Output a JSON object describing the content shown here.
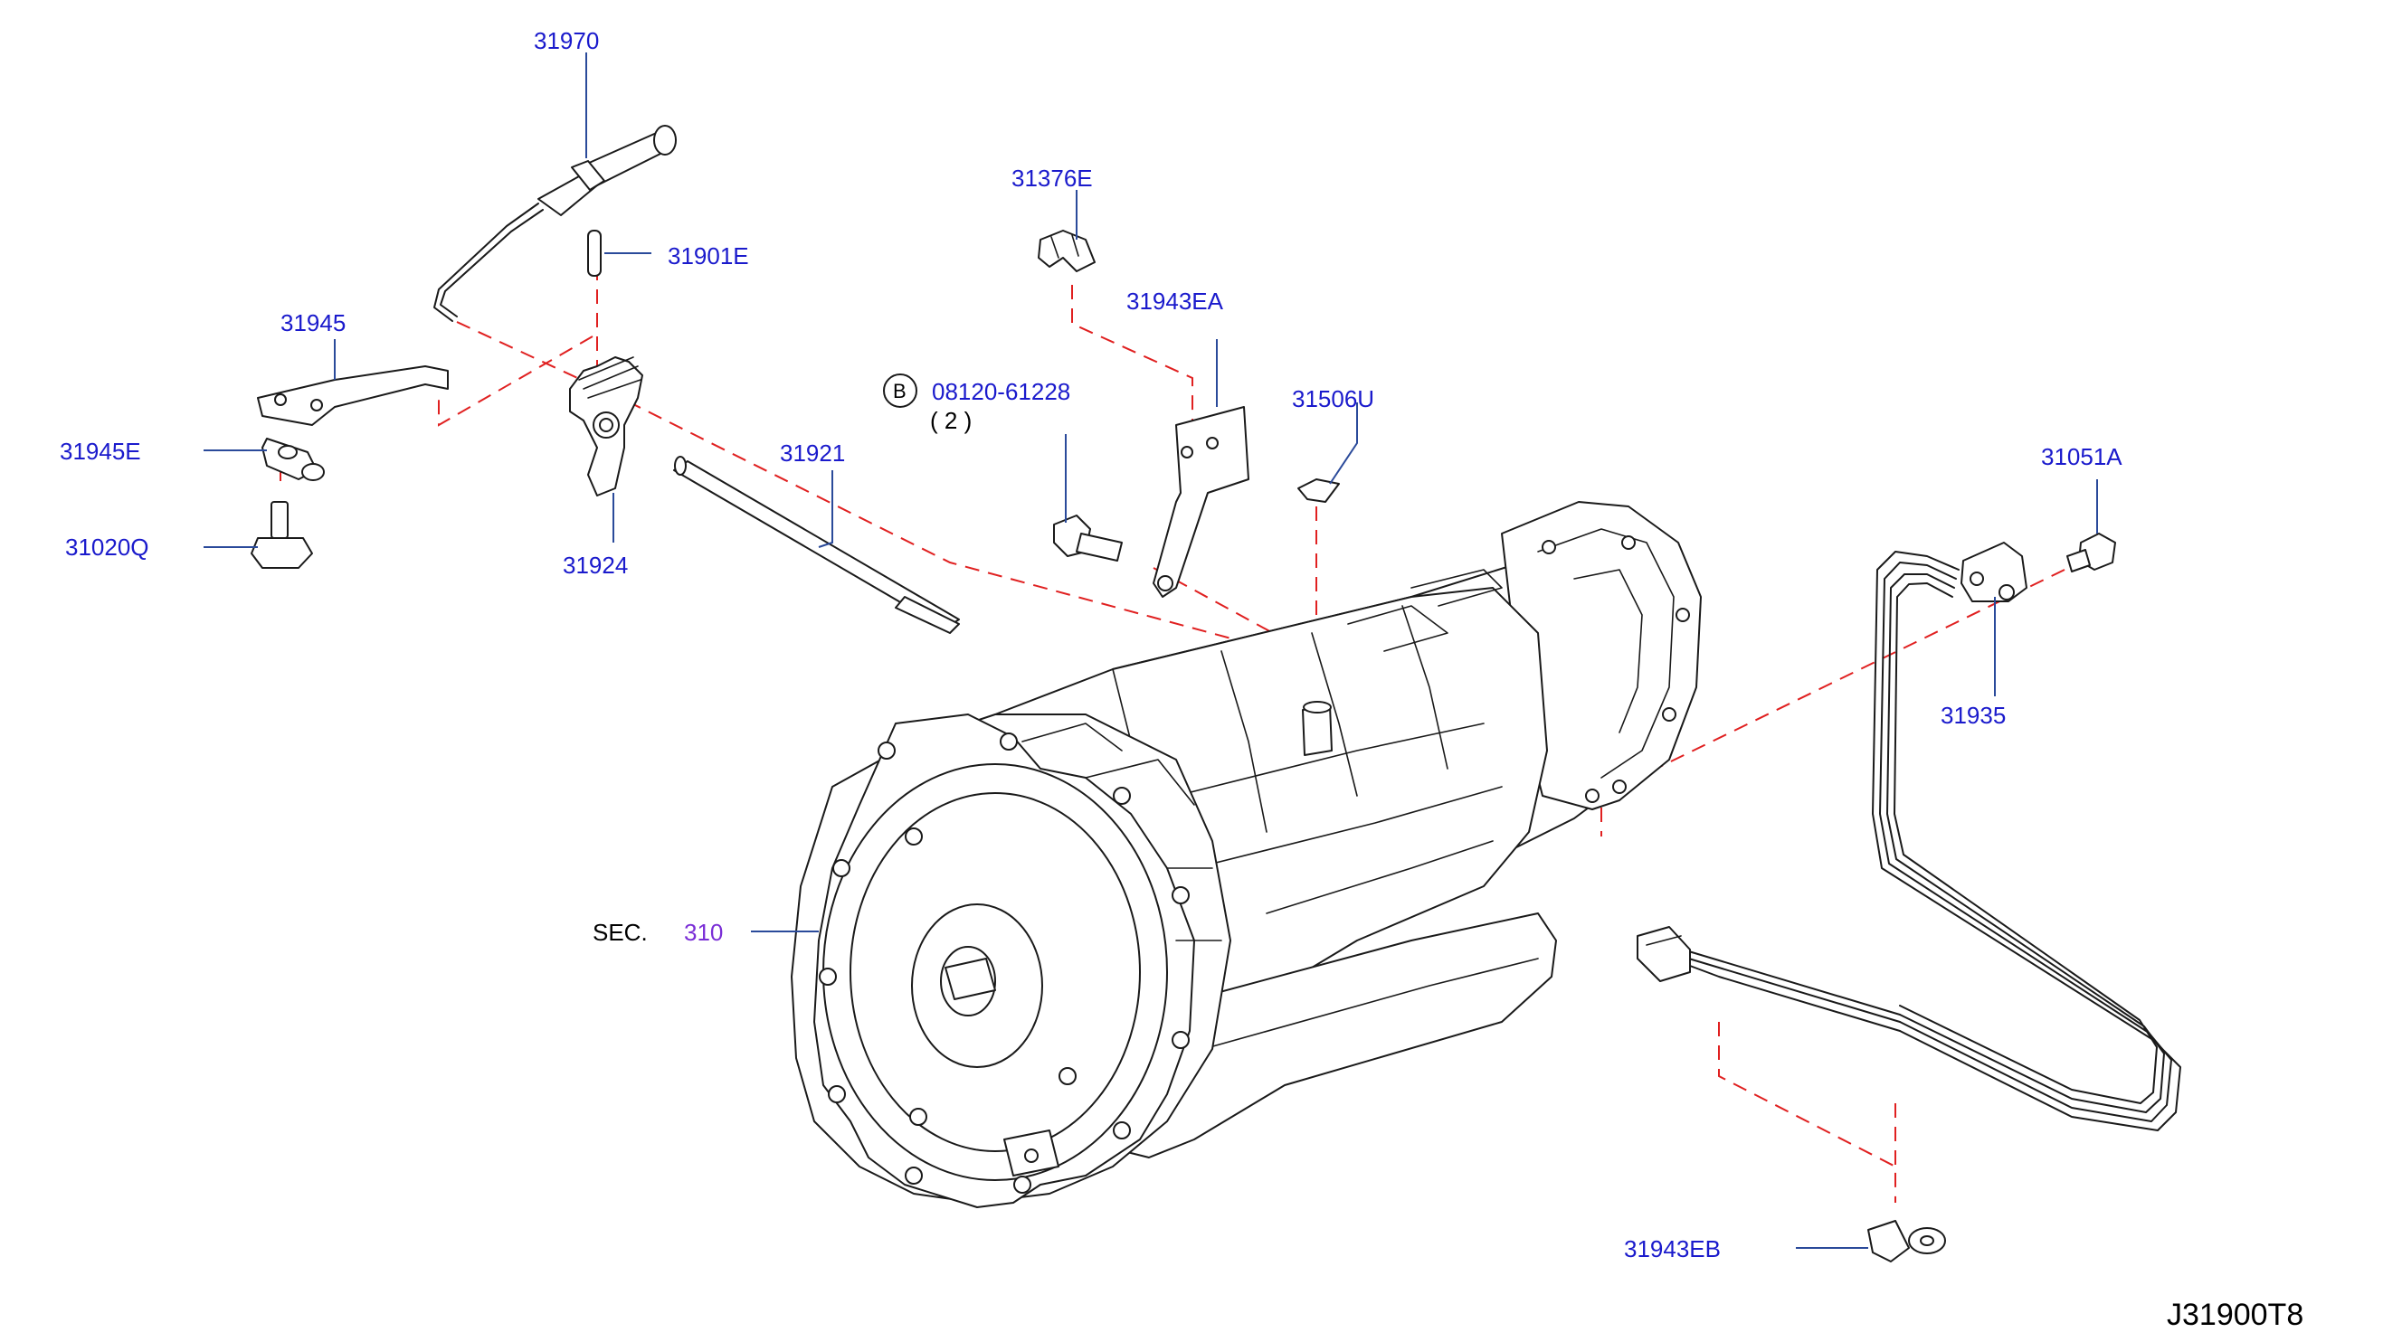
{
  "diagram": {
    "parts": [
      {
        "id": "p31970",
        "label": "31970"
      },
      {
        "id": "p31901E",
        "label": "31901E"
      },
      {
        "id": "p31945",
        "label": "31945"
      },
      {
        "id": "p31945E",
        "label": "31945E"
      },
      {
        "id": "p31020Q",
        "label": "31020Q"
      },
      {
        "id": "p31924",
        "label": "31924"
      },
      {
        "id": "p31921",
        "label": "31921"
      },
      {
        "id": "p31376E",
        "label": "31376E"
      },
      {
        "id": "p31943EA",
        "label": "31943EA"
      },
      {
        "id": "p31506U",
        "label": "31506U"
      },
      {
        "id": "p08120",
        "label": "08120-61228"
      },
      {
        "id": "p31051A",
        "label": "31051A"
      },
      {
        "id": "p31935",
        "label": "31935"
      },
      {
        "id": "p31943EB",
        "label": "31943EB"
      }
    ],
    "bolt_badge": {
      "letter": "B",
      "quantity": "( 2 )"
    },
    "section_ref": {
      "prefix": "SEC.",
      "number": "310"
    },
    "diagram_code": "J31900T8"
  },
  "colors": {
    "label": "#1a1acc",
    "leader": "#2a4a9a",
    "dashed_line": "#e02020",
    "section_number": "#7a2ed6",
    "ink": "#1a1a1a"
  }
}
